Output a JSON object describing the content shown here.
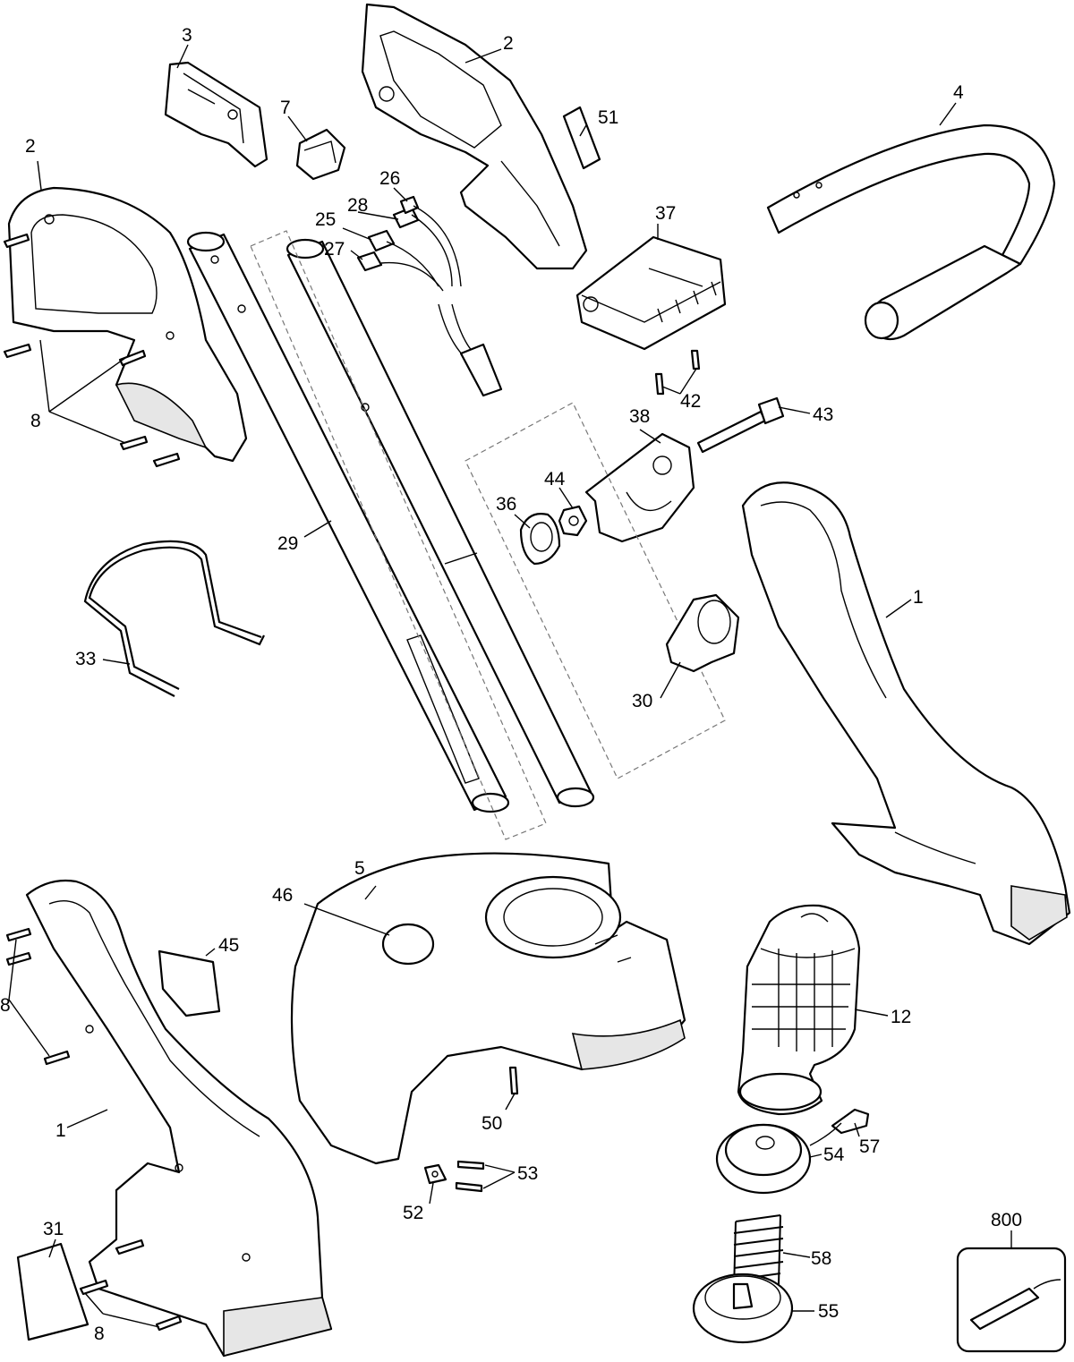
{
  "labels": {
    "l1a": "1",
    "l1b": "1",
    "l2a": "2",
    "l2b": "2",
    "l3": "3",
    "l4": "4",
    "l5": "5",
    "l7": "7",
    "l8a": "8",
    "l8b": "8",
    "l8c": "8",
    "l12": "12",
    "l25": "25",
    "l26": "26",
    "l27": "27",
    "l28": "28",
    "l29": "29",
    "l30": "30",
    "l31": "31",
    "l33": "33",
    "l36": "36",
    "l37": "37",
    "l38": "38",
    "l42": "42",
    "l43": "43",
    "l44": "44",
    "l45": "45",
    "l46": "46",
    "l50": "50",
    "l51": "51",
    "l52": "52",
    "l53": "53",
    "l54": "54",
    "l55": "55",
    "l57": "57",
    "l58": "58",
    "l800": "800"
  }
}
